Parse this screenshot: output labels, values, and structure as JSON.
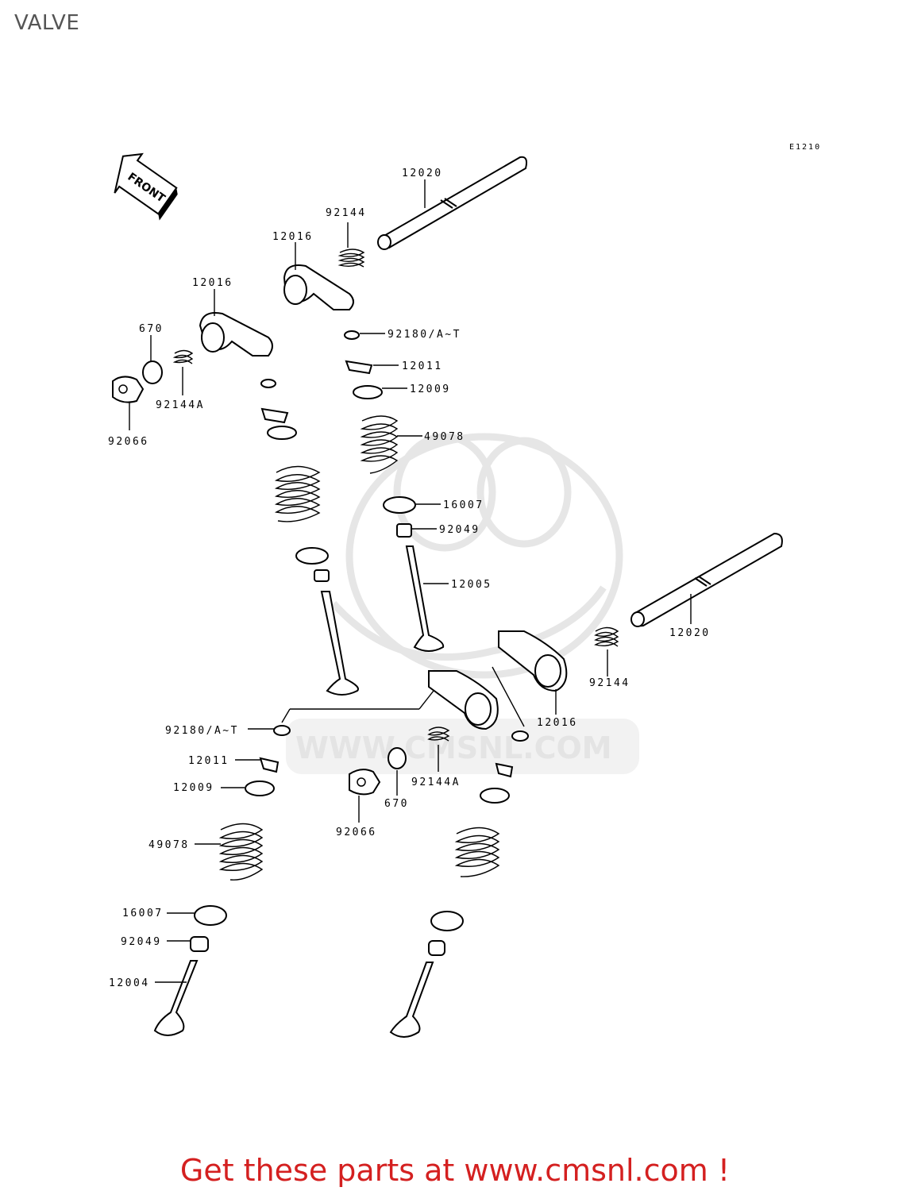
{
  "title": "VALVE",
  "diagram_code": "E1210",
  "front_label": "FRONT",
  "watermark": "WWW.CMSNL.COM",
  "footer": "Get these parts at www.cmsnl.com !",
  "labels": {
    "shaft_top": "12020",
    "spring_top": "92144",
    "rocker_top_a": "12016",
    "rocker_top_b": "12016",
    "oring_top": "670",
    "spring_a_top": "92144A",
    "plug_top": "92066",
    "shim_top": "92180/A~T",
    "keeper_top": "12011",
    "retainer_top": "12009",
    "valve_spring_top": "49078",
    "seat_top": "16007",
    "seal_top": "92049",
    "exhaust_valve": "12005",
    "shaft_bottom": "12020",
    "spring_bottom": "92144",
    "rocker_bottom": "12016",
    "shim_bottom": "92180/A~T",
    "keeper_bottom": "12011",
    "retainer_bottom": "12009",
    "valve_spring_bottom": "49078",
    "seat_bottom": "16007",
    "seal_bottom": "92049",
    "intake_valve": "12004",
    "spring_a_bottom": "92144A",
    "oring_bottom": "670",
    "plug_bottom": "92066"
  }
}
